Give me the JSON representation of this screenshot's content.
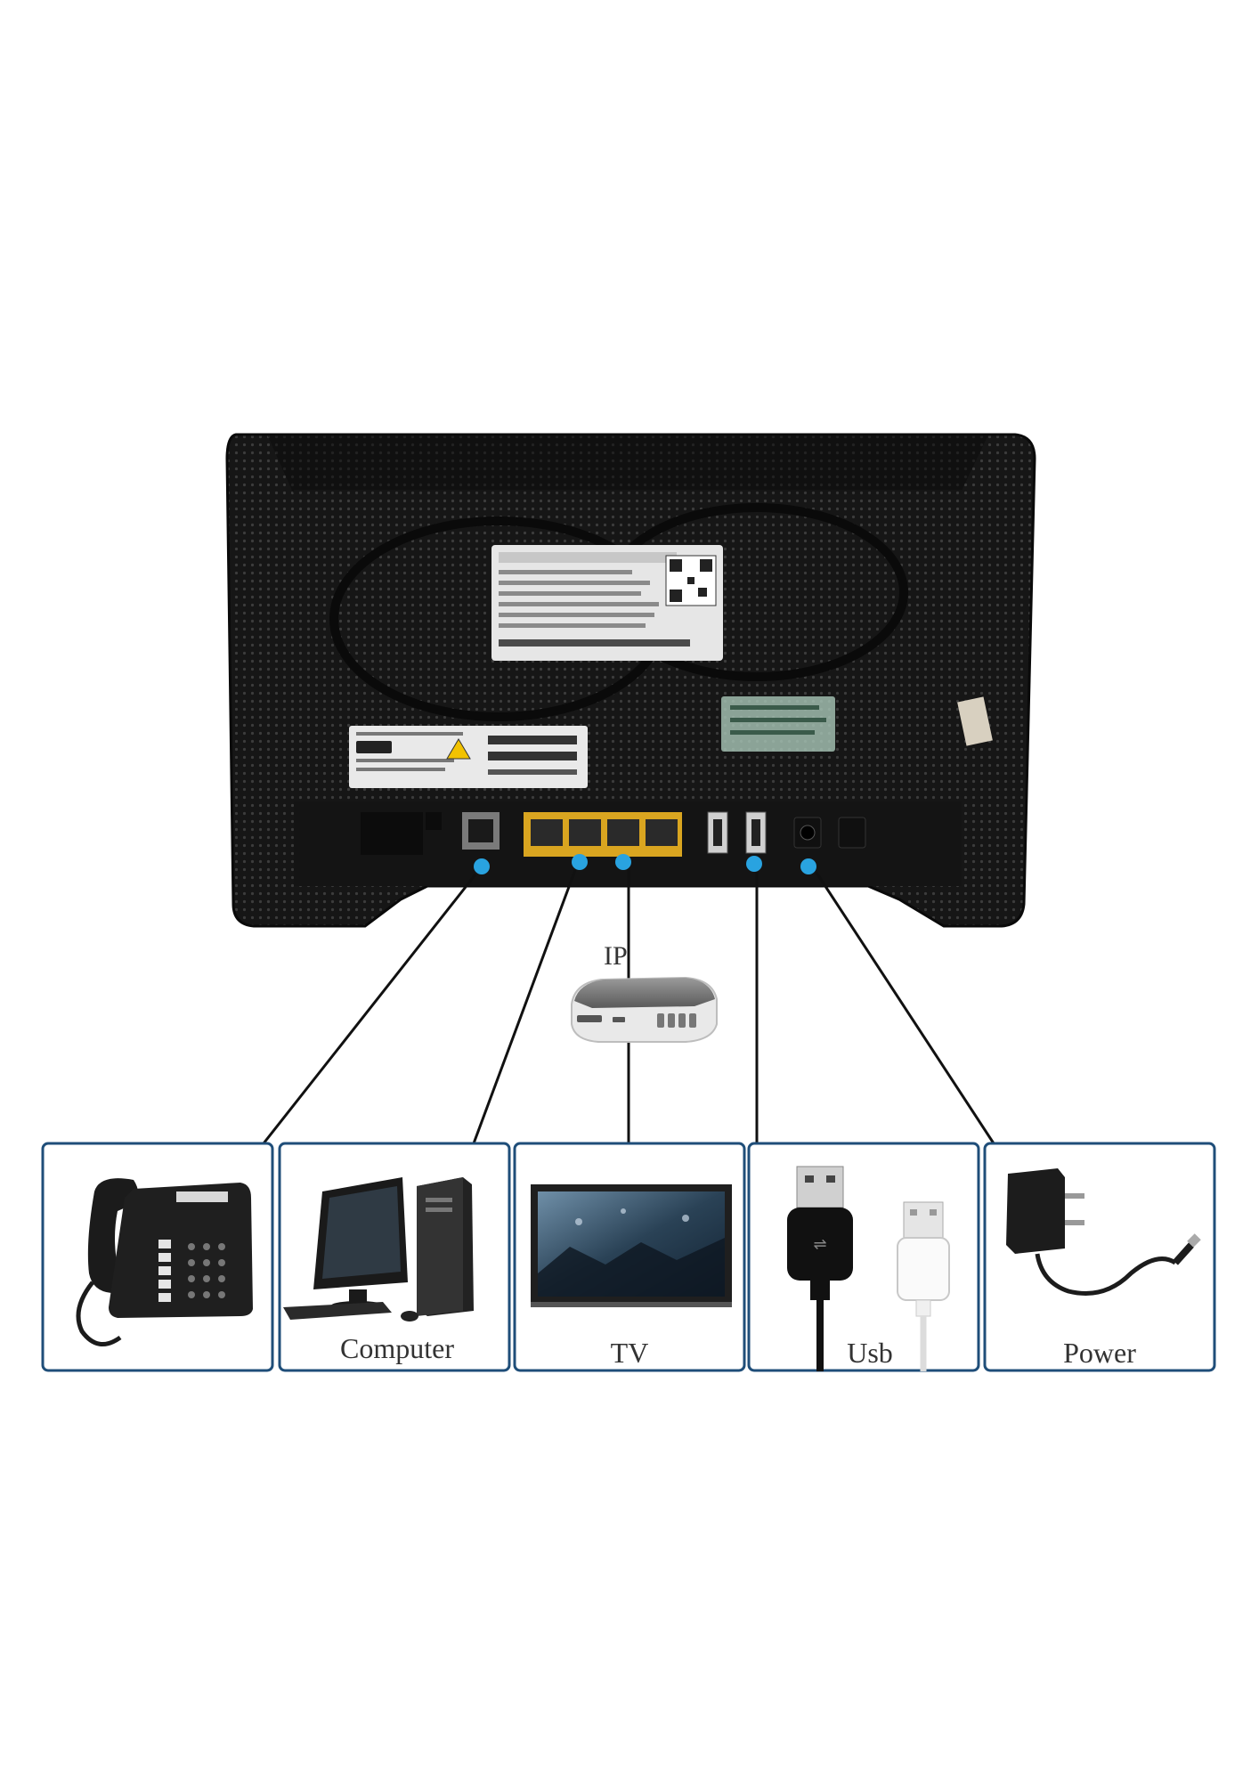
{
  "ip_label": "IP",
  "devices": [
    {
      "id": "phone",
      "label": "",
      "icon": "telephone-icon"
    },
    {
      "id": "computer",
      "label": "Computer",
      "icon": "desktop-computer-icon"
    },
    {
      "id": "tv",
      "label": "TV",
      "icon": "television-icon"
    },
    {
      "id": "usb",
      "label": "Usb",
      "icon": "usb-cable-icon"
    },
    {
      "id": "power",
      "label": "Power",
      "icon": "power-adapter-icon"
    }
  ],
  "router": {
    "icon": "router-rear-panel-icon",
    "ports": [
      "phone-port",
      "lan-port-1",
      "lan-port-2",
      "lan-port-3",
      "lan-port-4",
      "usb-port-1",
      "usb-port-2",
      "power-jack",
      "power-switch"
    ]
  },
  "colors": {
    "router_body": "#1a1a1a",
    "lan_ports": "#d9a520",
    "port_marker": "#29a3e0",
    "box_border": "#1f4e79",
    "connector_line": "#111111"
  }
}
